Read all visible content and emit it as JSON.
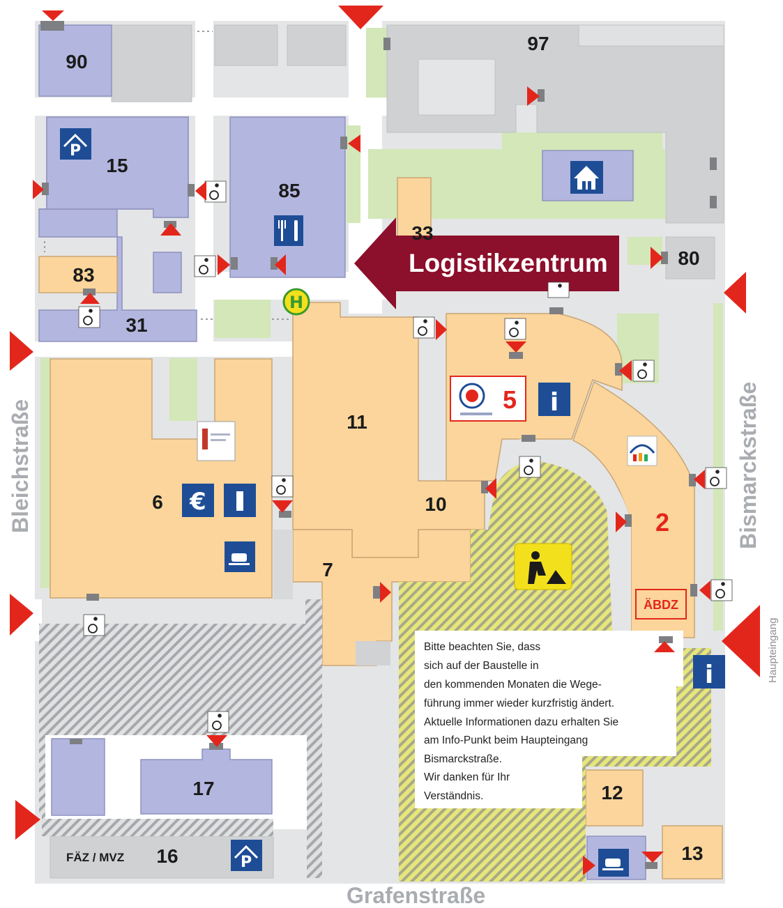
{
  "streets": {
    "west": "Bleichstraße",
    "east": "Bismarckstraße",
    "south": "Grafenstraße",
    "main_entrance": "Haupteingang"
  },
  "callout": {
    "label": "Logistikzentrum"
  },
  "buildings": {
    "b90": "90",
    "b97": "97",
    "b15": "15",
    "b85": "85",
    "b33": "33",
    "b80": "80",
    "b83": "83",
    "b31": "31",
    "b11": "11",
    "b5": "5",
    "b6": "6",
    "b10": "10",
    "b2": "2",
    "b7": "7",
    "b17": "17",
    "b12": "12",
    "b13": "13",
    "b16": "16",
    "b16_prefix": "FÄZ / MVZ",
    "abdz": "ÄBDZ"
  },
  "notice": {
    "lines": [
      "Bitte beachten Sie, dass",
      "sich auf der Baustelle in",
      "den kommenden Monaten die Wege-",
      "führung immer wieder kurzfristig ändert.",
      "Aktuelle Informationen dazu erhalten Sie",
      "am Info-Punkt beim Haupteingang",
      "Bismarckstraße.",
      "Wir danken für Ihr",
      "Verständnis."
    ]
  },
  "icons": {
    "bus_stop": "H",
    "euro": "€",
    "info": "i",
    "parking": "P"
  },
  "colors": {
    "blue_building": "#b3b6df",
    "orange_building": "#fbd59b",
    "grey_building": "#cfd1d3",
    "grey_path": "#e4e5e6",
    "green": "#d3e7b8",
    "icon_blue": "#1e4d96",
    "entrance_red": "#e3261c",
    "callout": "#8c0f2b",
    "construction_yellow": "#e6e67a",
    "street_text": "#a9acb0"
  }
}
